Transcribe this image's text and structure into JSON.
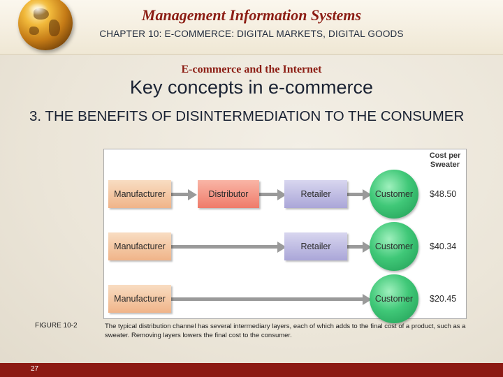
{
  "header": {
    "title": "Management Information Systems",
    "chapter": "CHAPTER 10: E-COMMERCE: DIGITAL MARKETS, DIGITAL GOODS"
  },
  "slide": {
    "section": "E-commerce and the Internet",
    "heading": "Key concepts in e-commerce",
    "subheading": "3. THE BENEFITS OF DISINTERMEDIATION TO THE CONSUMER"
  },
  "figure": {
    "cost_header": "Cost per Sweater",
    "rows": [
      {
        "manufacturer": "Manufacturer",
        "distributor": "Distributor",
        "retailer": "Retailer",
        "customer": "Customer",
        "price": "$48.50"
      },
      {
        "manufacturer": "Manufacturer",
        "retailer": "Retailer",
        "customer": "Customer",
        "price": "$40.34"
      },
      {
        "manufacturer": "Manufacturer",
        "customer": "Customer",
        "price": "$20.45"
      }
    ],
    "label": "FIGURE 10-2",
    "caption": "The typical distribution channel has several intermediary layers, each of which adds to the final cost of a product, such as a sweater. Removing layers lowers the final cost to the consumer."
  },
  "footer": {
    "page_number": "27"
  },
  "colors": {
    "brand_red": "#8c1d14",
    "footer_bar": "#8c1a13",
    "customer_green": "#2fbf6a"
  },
  "icons": {
    "logo": "globe-icon"
  }
}
